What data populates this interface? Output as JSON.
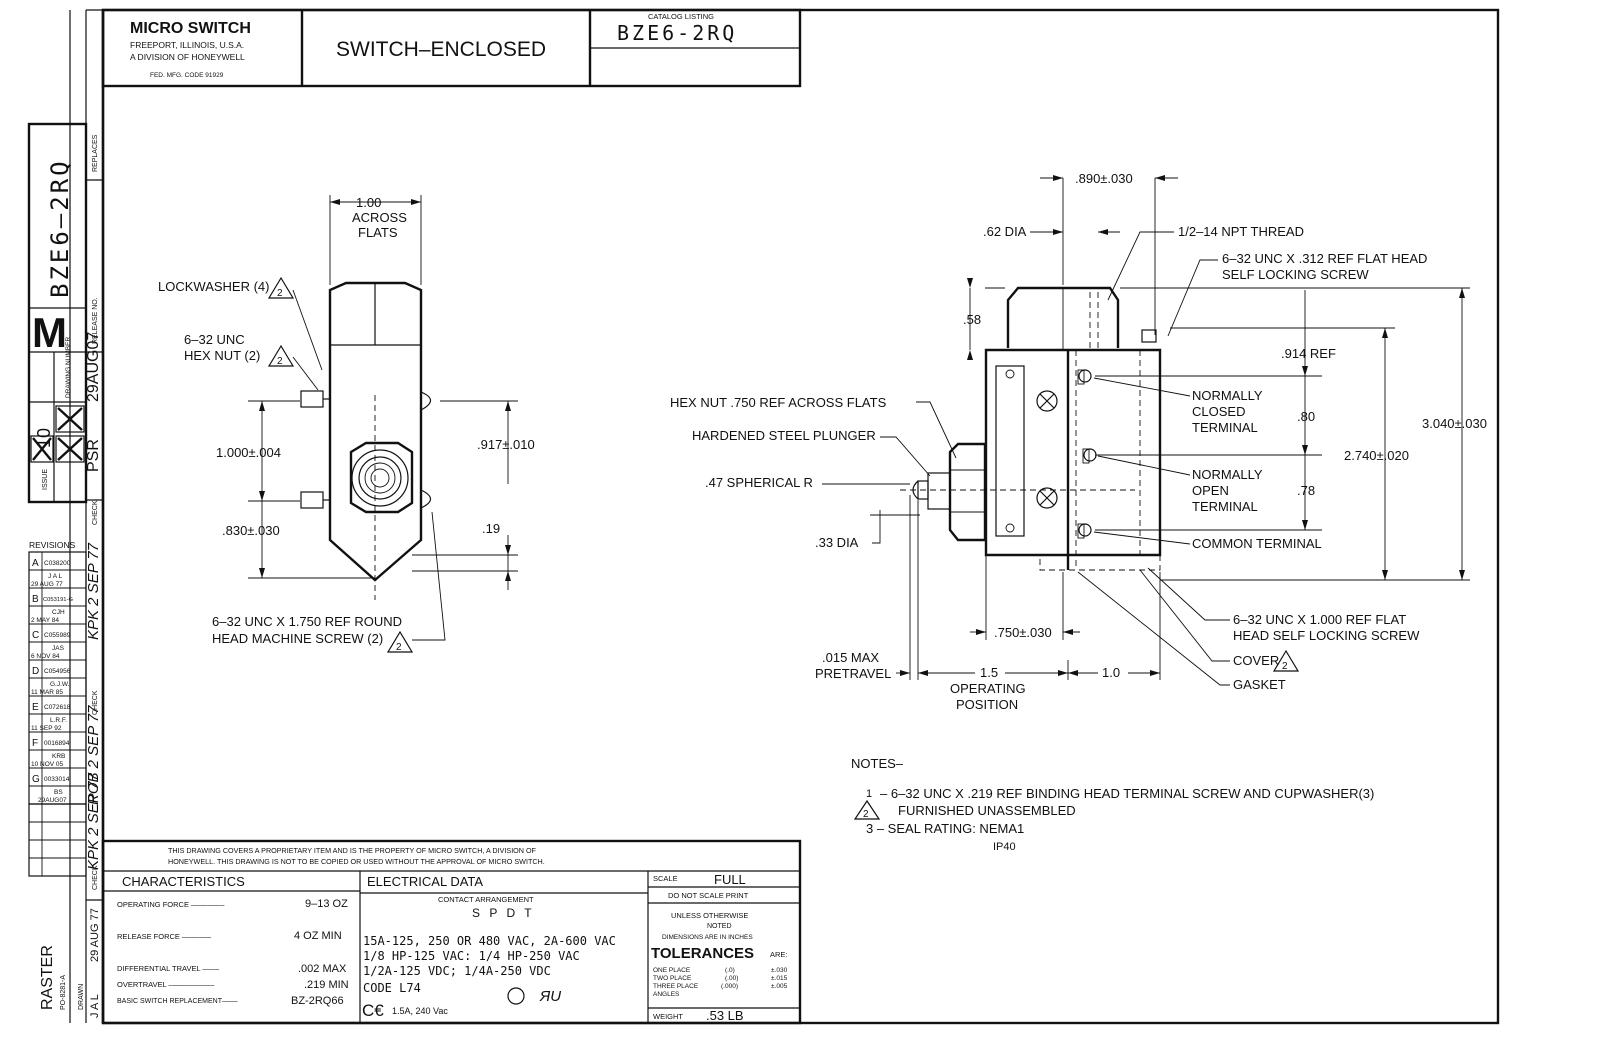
{
  "title_block": {
    "company": "MICRO SWITCH",
    "address1": "FREEPORT, ILLINOIS, U.S.A.",
    "address2": "A DIVISION OF HONEYWELL",
    "fed_code": "FED. MFG. CODE 91929",
    "title": "SWITCH–ENCLOSED",
    "catalog_label": "CATALOG LISTING",
    "catalog_number": "BZE6-2RQ"
  },
  "side_strip": {
    "part_number": "BZE6–2RQ",
    "replaces_label": "REPLACES",
    "release_label": "RELEASE NO.",
    "drawing_number_label": "DRAWING NUMBER",
    "drawing_letter": "M",
    "issue_label": "ISSUE",
    "issue_number": "10",
    "psr": "PSR",
    "date_top": "29AUG07",
    "check_label": "CHECK",
    "drawn_label": "DRAWN",
    "raster": "RASTER",
    "raster_no": "PO-8281-A",
    "drawn_initials": "J A L",
    "drawn_date": "29 AUG 77",
    "check_by_1": "KPK 2 SEP 77",
    "check_by_2": "ROB 2 SEP 77",
    "check_by_3": "KPK 2 SEP 77"
  },
  "revisions": {
    "label": "REVISIONS",
    "rows": [
      {
        "letter": "A",
        "code": "C038200",
        "by": "J A L",
        "date": "29 AUG 77"
      },
      {
        "letter": "B",
        "code": "C053191-G",
        "by": "CJH",
        "date": "2 MAY 84"
      },
      {
        "letter": "C",
        "code": "C055989",
        "by": "JAS",
        "date": "6 NOV 84"
      },
      {
        "letter": "D",
        "code": "C054956",
        "by": "G.J.W.",
        "date": "11 MAR 85"
      },
      {
        "letter": "E",
        "code": "C072618",
        "by": "L.R.F.",
        "date": "11 SEP 92"
      },
      {
        "letter": "F",
        "code": "0016894",
        "by": "KRB",
        "date": "10 NOV 05"
      },
      {
        "letter": "G",
        "code": "0033014",
        "by": "BS",
        "date": "29AUG07"
      }
    ]
  },
  "left_view": {
    "across_flats": "1.00",
    "across_flats_2": "ACROSS",
    "across_flats_3": "FLATS",
    "lockwasher": "LOCKWASHER (4)",
    "hexnut_1": "6–32 UNC",
    "hexnut_2": "HEX NUT (2)",
    "dim_1000": "1.000±.004",
    "dim_917": ".917±.010",
    "dim_830": ".830±.030",
    "dim_19": ".19",
    "screw_1": "6–32 UNC X 1.750 REF ROUND",
    "screw_2": "HEAD MACHINE SCREW (2)"
  },
  "right_view": {
    "dim_890": ".890±.030",
    "dia_62": ".62 DIA",
    "npt": "1/2–14 NPT   THREAD",
    "flat_screw_1": "6–32 UNC X .312 REF FLAT HEAD",
    "flat_screw_2": "SELF LOCKING SCREW",
    "dim_58": ".58",
    "dim_914": ".914 REF",
    "dim_3040": "3.040±.030",
    "dim_2740": "2.740±.020",
    "dim_80": ".80",
    "dim_78": ".78",
    "hexnut": "HEX NUT .750 REF ACROSS FLATS",
    "plunger": "HARDENED STEEL PLUNGER",
    "spherical": ".47 SPHERICAL R",
    "dia_33": ".33 DIA",
    "nc_1": "NORMALLY",
    "nc_2": "CLOSED",
    "nc_3": "TERMINAL",
    "no_1": "NORMALLY",
    "no_2": "OPEN",
    "no_3": "TERMINAL",
    "common": "COMMON TERMINAL",
    "dim_750": ".750±.030",
    "flat_screw2_1": "6–32 UNC X 1.000 REF FLAT",
    "flat_screw2_2": "HEAD SELF LOCKING SCREW",
    "cover": "COVER",
    "gasket": "GASKET",
    "pretravel_1": ".015  MAX",
    "pretravel_2": "PRETRAVEL",
    "dim_15": "1.5",
    "op_pos_1": "OPERATING",
    "op_pos_2": "POSITION",
    "dim_10": "1.0"
  },
  "notes": {
    "heading": "NOTES–",
    "n1_num": "1",
    "n1_a": "–  6–32 UNC X .219 REF BINDING HEAD TERMINAL SCREW AND CUPWASHER(3)",
    "n1_b": "FURNISHED UNASSEMBLED",
    "n2_num": "2",
    "n3": "3  –  SEAL RATING: NEMA1",
    "n3_b": "IP40"
  },
  "bottom_block": {
    "proprietary_1": "THIS DRAWING COVERS A PROPRIETARY ITEM AND IS THE PROPERTY OF MICRO SWITCH, A DIVISION OF",
    "proprietary_2": "HONEYWELL. THIS DRAWING IS NOT TO BE COPIED OR USED WITHOUT THE APPROVAL OF MICRO SWITCH.",
    "characteristics": "CHARACTERISTICS",
    "op_force_label": "OPERATING FORCE ––––––––",
    "op_force": "9–13 OZ",
    "rel_force_label": "RELEASE FORCE –––––––",
    "rel_force": "4 OZ MIN",
    "diff_label": "DIFFERENTIAL TRAVEL ––––",
    "diff": ".002 MAX",
    "over_label": "OVERTRAVEL –––––––––––",
    "over": ".219 MIN",
    "basic_label": "BASIC SWITCH REPLACEMENT––––",
    "basic": "BZ-2RQ66",
    "electrical": "ELECTRICAL DATA",
    "contact_label": "CONTACT ARRANGEMENT",
    "contact": "S P D T",
    "e1": "15A-125, 250 OR 480 VAC, 2A-600 VAC",
    "e2": "1/8 HP-125 VAC:   1/4 HP-250 VAC",
    "e3": "1/2A-125 VDC;   1/4A-250 VDC",
    "e4": "CODE L74",
    "ce": "C€",
    "ce_rating": "1.5A, 240 Vac",
    "scale_label": "SCALE",
    "scale": "FULL",
    "no_scale": "DO NOT SCALE PRINT",
    "unless": "UNLESS OTHERWISE",
    "noted": "NOTED",
    "dims_in": "DIMENSIONS ARE IN INCHES",
    "tolerances": "TOLERANCES",
    "are": "ARE:",
    "one_place": "ONE PLACE",
    "two_place": "TWO PLACE",
    "three_place": "THREE PLACE",
    "angles": "ANGLES",
    "tol1": "(.0)",
    "tol2": "(.00)",
    "tol3": "(.000)",
    "tv1": "±.030",
    "tv2": "±.015",
    "tv3": "±.005",
    "weight_label": "WEIGHT",
    "weight": ".53 LB"
  }
}
